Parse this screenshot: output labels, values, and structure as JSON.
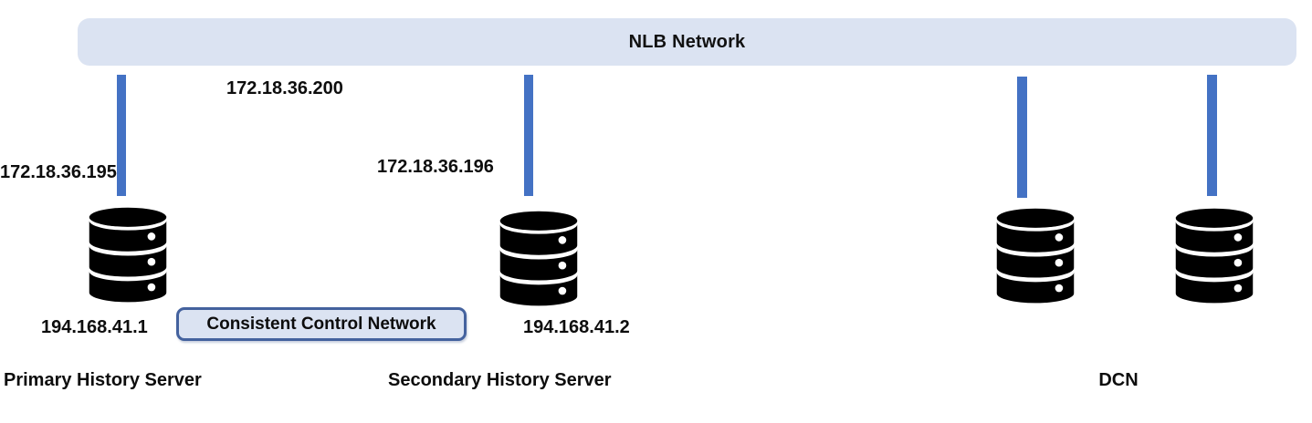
{
  "diagram": {
    "title_bar": {
      "label": "NLB Network"
    },
    "virtual_ip": "172.18.36.200",
    "ccn_box": {
      "label": "Consistent Control Network"
    },
    "nodes": {
      "primary": {
        "label": "Primary History Server",
        "nlb_ip": "172.18.36.195",
        "ccn_ip": "194.168.41.1"
      },
      "secondary": {
        "label": "Secondary History Server",
        "nlb_ip": "172.18.36.196",
        "ccn_ip": "194.168.41.2"
      },
      "dcn": {
        "label": "DCN"
      }
    },
    "colors": {
      "bar_fill": "#dbe3f2",
      "connector_line": "#4472c4",
      "ccn_border": "#44629e",
      "icon": "#000000"
    }
  }
}
